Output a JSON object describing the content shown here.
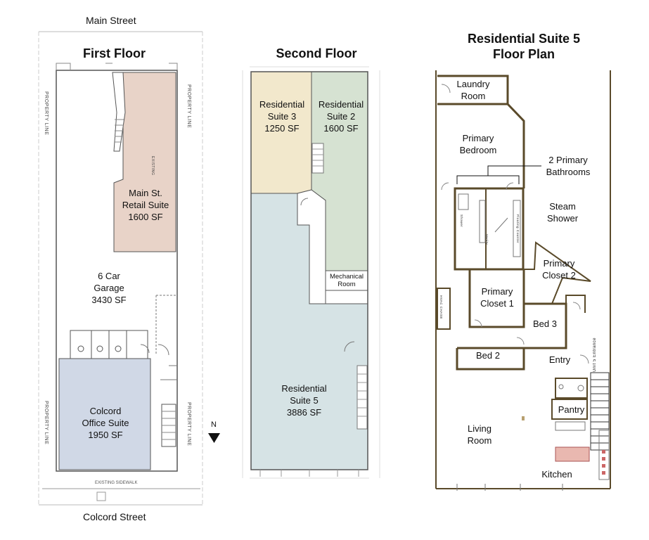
{
  "streets": {
    "top": "Main Street",
    "bottom": "Colcord Street"
  },
  "first_floor": {
    "title": "First Floor",
    "retail": [
      "Main St.",
      "Retail Suite",
      "1600 SF"
    ],
    "garage": [
      "6 Car",
      "Garage",
      "3430 SF"
    ],
    "office": [
      "Colcord",
      "Office Suite",
      "1950 SF"
    ],
    "property_line": "PROPERTY LINE",
    "existing_sidewalk": "EXISTING SIDEWALK",
    "existing": "EXISTING",
    "north": "N"
  },
  "second_floor": {
    "title": "Second Floor",
    "suite3": [
      "Residential",
      "Suite 3",
      "1250 SF"
    ],
    "suite2": [
      "Residential",
      "Suite 2",
      "1600 SF"
    ],
    "mechanical": [
      "Mechanical",
      "Room"
    ],
    "suite5": [
      "Residential",
      "Suite 5",
      "3886 SF"
    ]
  },
  "suite5_plan": {
    "title": [
      "Residential Suite 5",
      "Floor Plan"
    ],
    "laundry": [
      "Laundry",
      "Room"
    ],
    "primary_bedroom": [
      "Primary",
      "Bedroom"
    ],
    "bathrooms": [
      "2 Primary",
      "Bathrooms"
    ],
    "steam_shower": [
      "Steam",
      "Shower"
    ],
    "closet2": [
      "Primary",
      "Closet 2"
    ],
    "closet1": [
      "Primary",
      "Closet 1"
    ],
    "bed3": "Bed 3",
    "bed2": "Bed 2",
    "entry": "Entry",
    "unit_entrance": "Unit 5 Entrance",
    "pantry": "Pantry",
    "living": [
      "Living",
      "Room"
    ],
    "kitchen": "Kitchen",
    "shower": "Shower",
    "vanity": "Vanity",
    "floating_counter": "Floating Counter",
    "hvac": "HVAC CHASE"
  },
  "colors": {
    "retail": "#e8d3c8",
    "office": "#d0d8e6",
    "suite3": "#f2e8cc",
    "suite2": "#d6e2d2",
    "suite5": "#d6e3e5",
    "wall": "#5a4a2a"
  }
}
